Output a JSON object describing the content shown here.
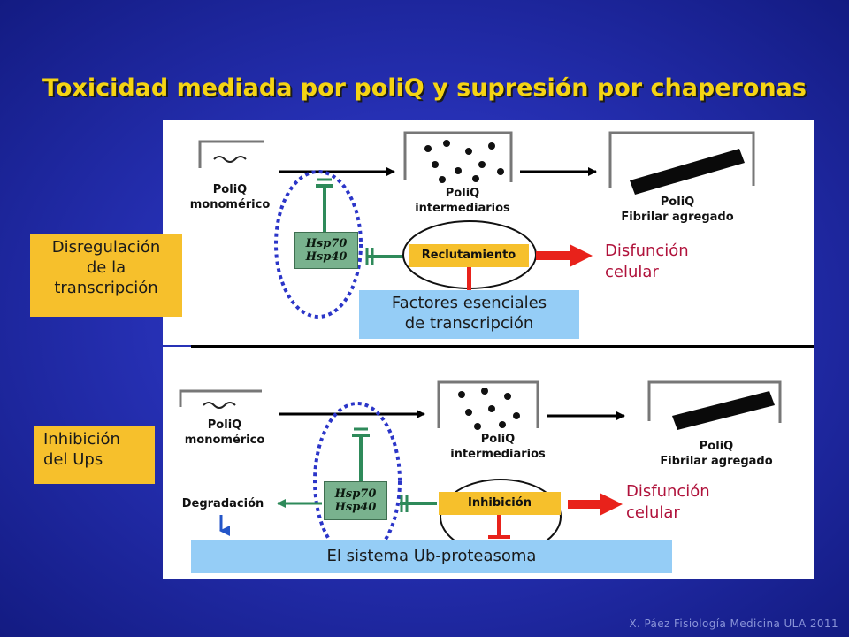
{
  "title": "Toxicidad mediada por poliQ y supresión por chaperonas",
  "top_panel": {
    "side_label": [
      "Disregulación",
      "de la",
      "transcripción"
    ],
    "monomer_label": [
      "PoliQ",
      "monomérico"
    ],
    "intermediate_label": [
      "PoliQ",
      "intermediarios"
    ],
    "fibril_label": [
      "PoliQ",
      "Fibrilar agregado"
    ],
    "chaperone": [
      "Hsp70",
      "Hsp40"
    ],
    "mechanism_label": "Reclutamiento",
    "outcome": [
      "Disfunción",
      "celular"
    ],
    "target_box": [
      "Factores esenciales",
      "de transcripción"
    ]
  },
  "bottom_panel": {
    "side_label": [
      "Inhibición",
      "del Ups"
    ],
    "monomer_label": [
      "PoliQ",
      "monomérico"
    ],
    "intermediate_label": [
      "PoliQ",
      "intermediarios"
    ],
    "fibril_label": [
      "PoliQ",
      "Fibrilar agregado"
    ],
    "chaperone": [
      "Hsp70",
      "Hsp40"
    ],
    "degradation_label": "Degradación",
    "mechanism_label": "Inhibición",
    "outcome": [
      "Disfunción",
      "celular"
    ],
    "target_box": "El sistema Ub-proteasoma"
  },
  "footer": "X. Páez Fisiología Medicina ULA 2011",
  "colors": {
    "title": "#f5d414",
    "label_box": "#f6c02c",
    "target_box": "#95cdf6",
    "chaperone_box": "#79b28e",
    "outcome_text": "#b0123b",
    "arrow_red": "#e8221b",
    "inhibit_green": "#2e8a5a",
    "circle_blue": "#2b35c8"
  }
}
